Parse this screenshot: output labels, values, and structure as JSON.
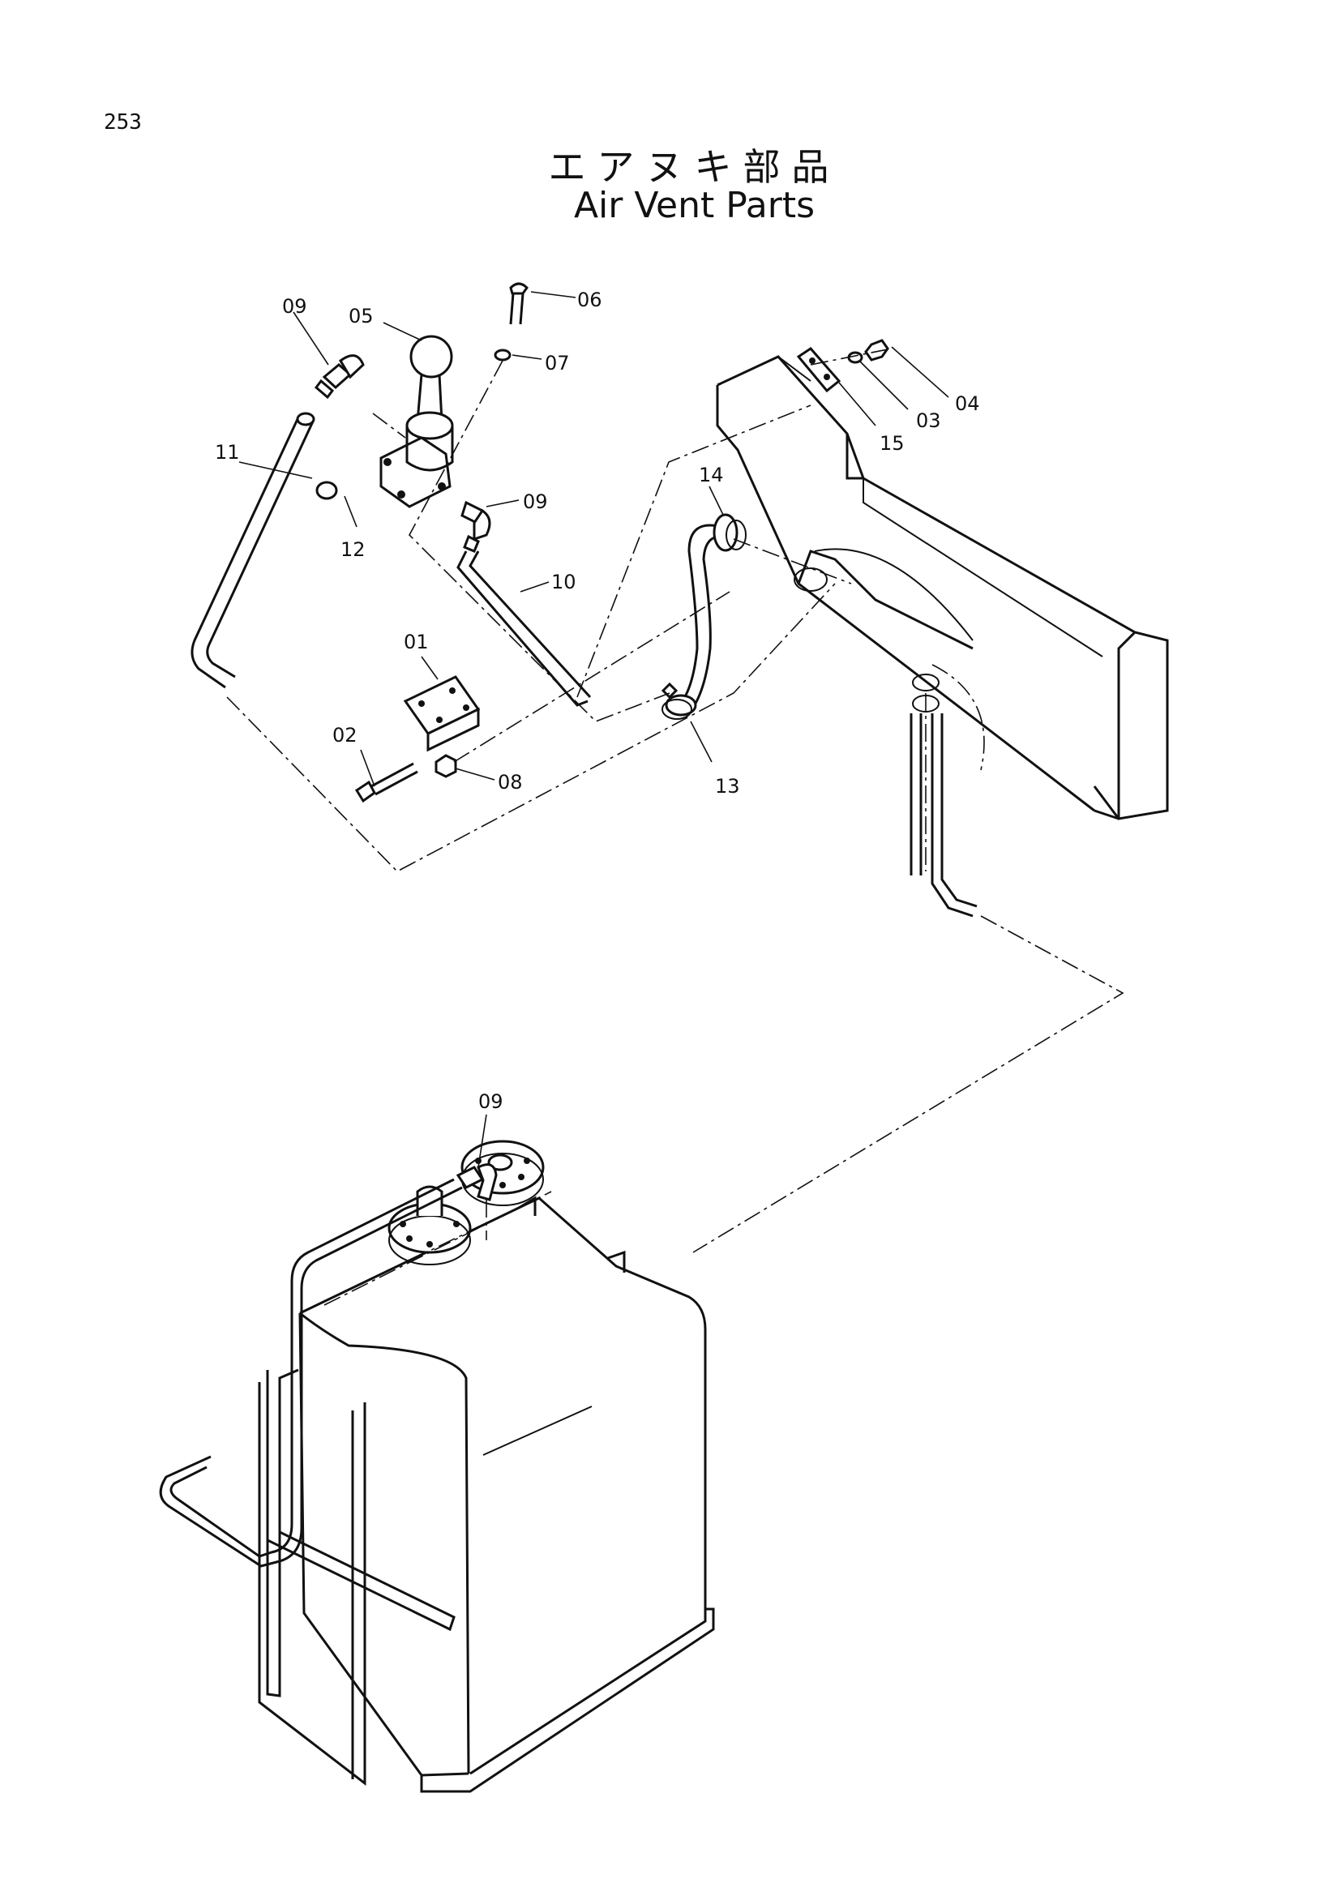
{
  "page_number": "253",
  "title_jp": "エアヌキ部品",
  "title_en": "Air Vent Parts",
  "callouts": {
    "c01": "01",
    "c02": "02",
    "c03": "03",
    "c04": "04",
    "c05": "05",
    "c06": "06",
    "c07": "07",
    "c08": "08",
    "c09a": "09",
    "c09b": "09",
    "c09c": "09",
    "c10": "10",
    "c11": "11",
    "c12": "12",
    "c13": "13",
    "c14": "14",
    "c15": "15"
  }
}
